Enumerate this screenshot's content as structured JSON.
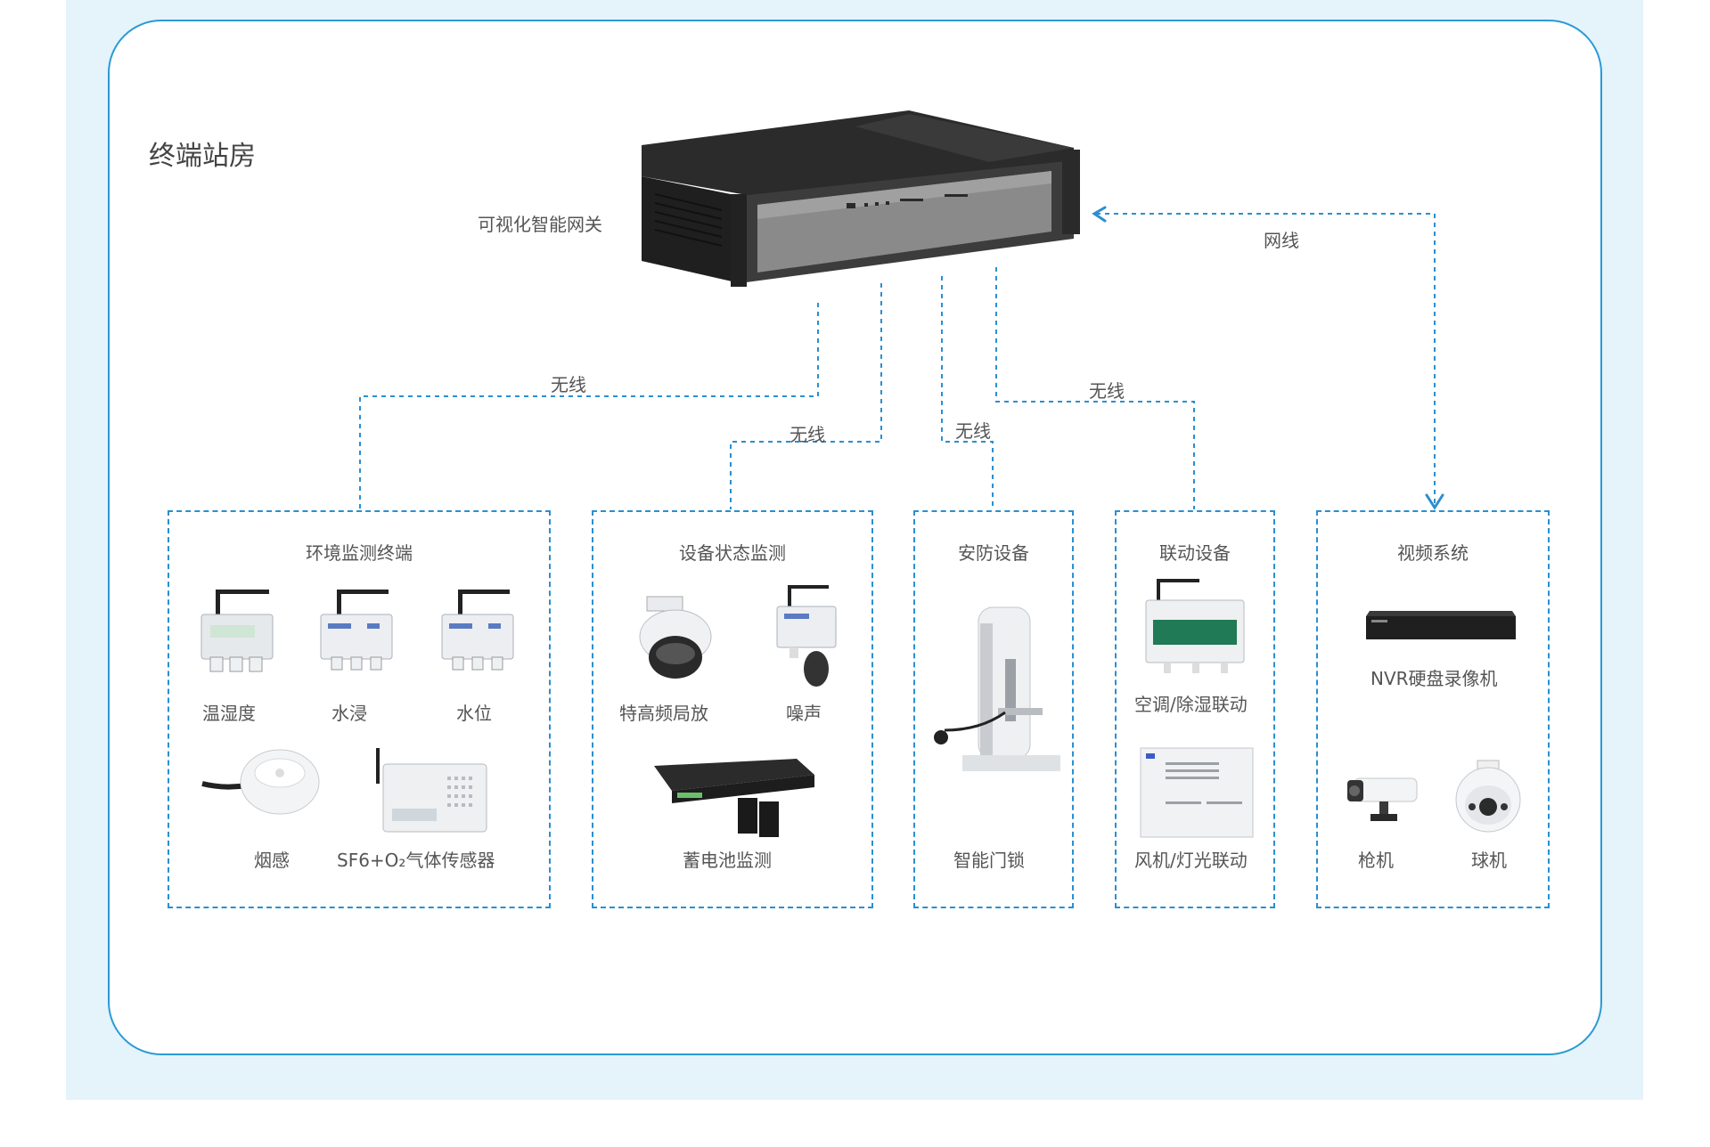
{
  "title": "终端站房",
  "gateway": {
    "label": "可视化智能网关",
    "icon": "rack-gateway-icon"
  },
  "links": {
    "wired": "网线",
    "wireless_1": "无线",
    "wireless_2": "无线",
    "wireless_3": "无线",
    "wireless_4": "无线"
  },
  "colors": {
    "accent": "#2a8fd0",
    "frame": "#2a9ad6",
    "background": "#e5f3fb"
  },
  "groups": {
    "env": {
      "title": "环境监测终端",
      "items": [
        "温湿度",
        "水浸",
        "水位",
        "烟感",
        "SF6+O₂气体传感器"
      ]
    },
    "device": {
      "title": "设备状态监测",
      "items": [
        "特高频局放",
        "噪声",
        "蓄电池监测"
      ]
    },
    "security": {
      "title": "安防设备",
      "items": [
        "智能门锁"
      ]
    },
    "linkage": {
      "title": "联动设备",
      "items": [
        "空调/除湿联动",
        "风机/灯光联动"
      ]
    },
    "video": {
      "title": "视频系统",
      "items": [
        "NVR硬盘录像机",
        "枪机",
        "球机"
      ]
    }
  }
}
